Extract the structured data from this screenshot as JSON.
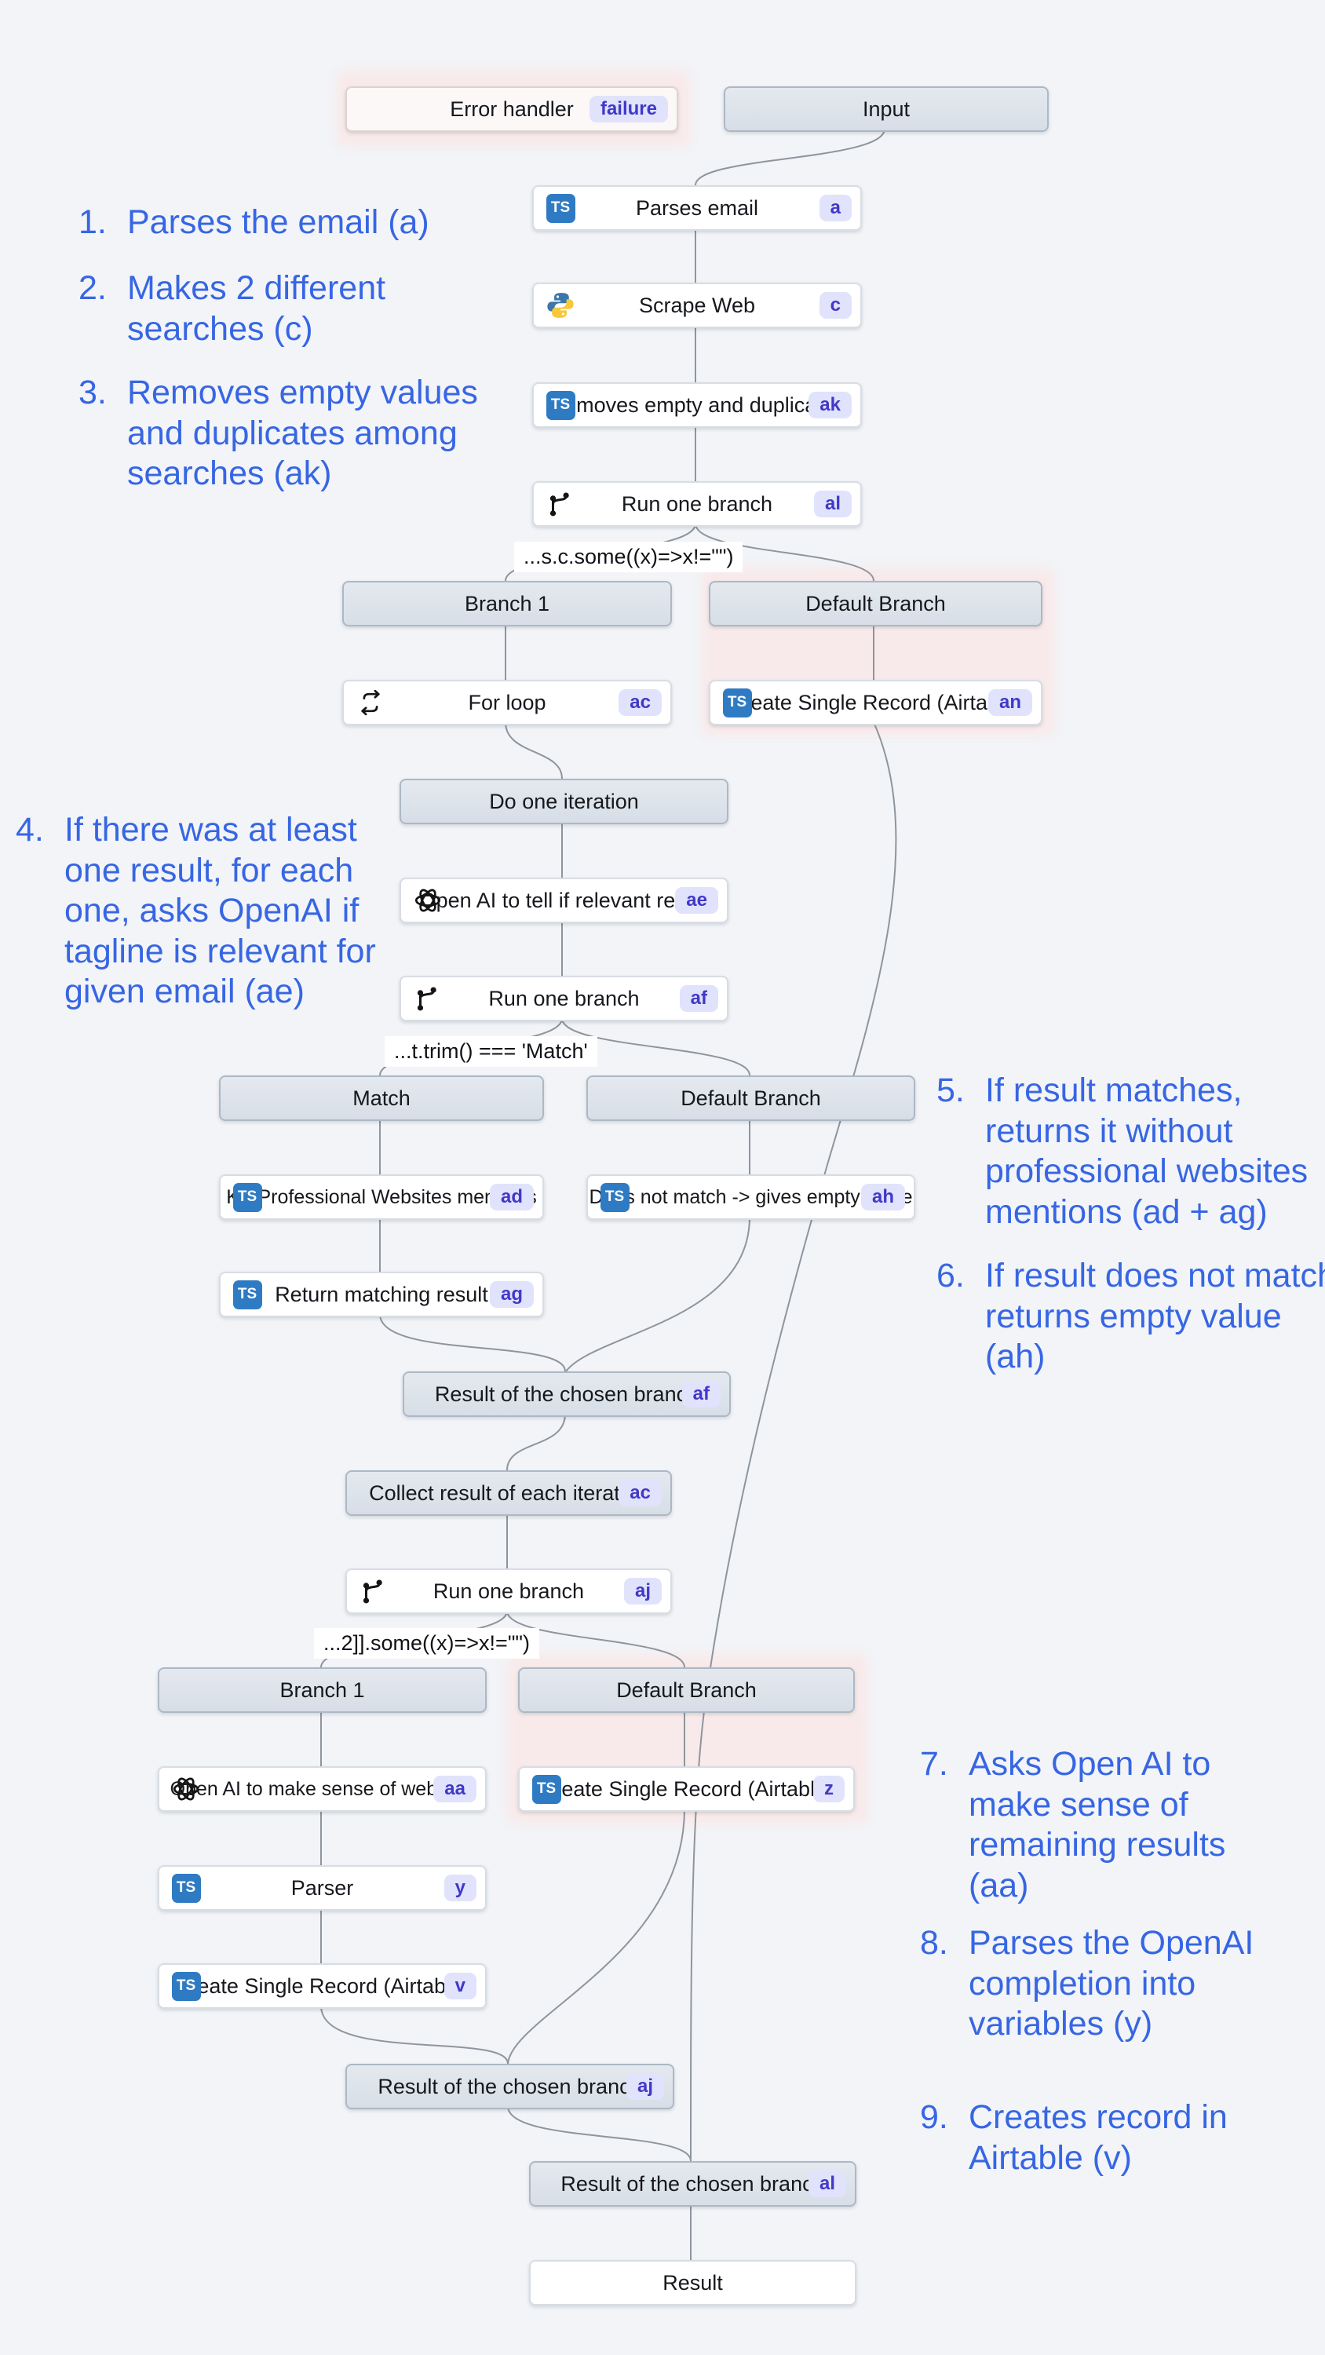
{
  "icons": {
    "ts": "TS"
  },
  "nodes": {
    "error_handler": {
      "label": "Error handler",
      "badge": "failure"
    },
    "input": {
      "label": "Input"
    },
    "parses_email": {
      "label": "Parses email",
      "badge": "a"
    },
    "scrape_web": {
      "label": "Scrape Web",
      "badge": "c"
    },
    "removes_empty": {
      "label": "Removes empty and duplicates",
      "badge": "ak"
    },
    "run_one_branch_al": {
      "label": "Run one branch",
      "badge": "al"
    },
    "branch1_top": {
      "label": "Branch 1"
    },
    "default_branch_top": {
      "label": "Default Branch"
    },
    "for_loop": {
      "label": "For loop",
      "badge": "ac"
    },
    "create_record_an": {
      "label": "Create Single Record (Airtable)",
      "badge": "an"
    },
    "do_one_iteration": {
      "label": "Do one iteration"
    },
    "openai_relevant": {
      "label": "Open AI to tell if relevant result",
      "badge": "ae"
    },
    "run_one_branch_af": {
      "label": "Run one branch",
      "badge": "af"
    },
    "match_header": {
      "label": "Match"
    },
    "default_branch_mid": {
      "label": "Default Branch"
    },
    "kill_professional": {
      "label": "Kill Professional Websites mentions",
      "badge": "ad"
    },
    "does_not_match": {
      "label": "Does not match -> gives empty value",
      "badge": "ah"
    },
    "return_matching": {
      "label": "Return matching result",
      "badge": "ag"
    },
    "result_chosen_af": {
      "label": "Result of the chosen branch",
      "badge": "af"
    },
    "collect_result": {
      "label": "Collect result of each iteration",
      "badge": "ac"
    },
    "run_one_branch_aj": {
      "label": "Run one branch",
      "badge": "aj"
    },
    "branch1_bottom": {
      "label": "Branch 1"
    },
    "default_branch_bottom": {
      "label": "Default Branch"
    },
    "openai_sense": {
      "label": "Open AI to make sense of web info",
      "badge": "aa"
    },
    "create_record_z": {
      "label": "Create Single Record (Airtable)",
      "badge": "z"
    },
    "parser": {
      "label": "Parser",
      "badge": "y"
    },
    "create_record_v": {
      "label": "Create Single Record (Airtable)",
      "badge": "v"
    },
    "result_chosen_aj": {
      "label": "Result of the chosen branch",
      "badge": "aj"
    },
    "result_chosen_al": {
      "label": "Result of the chosen branch",
      "badge": "al"
    },
    "result": {
      "label": "Result"
    }
  },
  "conditions": {
    "c1": "...s.c.some((x)=>x!=\"\")",
    "c2": "...t.trim() === 'Match'",
    "c3": "...2]].some((x)=>x!=\"\")"
  },
  "annotations": [
    {
      "num": "1.",
      "text": "Parses the email (a)"
    },
    {
      "num": "2.",
      "text": "Makes 2 different searches (c)"
    },
    {
      "num": "3.",
      "text": "Removes empty values and duplicates among searches (ak)"
    },
    {
      "num": "4.",
      "text": "If there was at least one result, for each one, asks OpenAI if tagline is relevant for given email (ae)"
    },
    {
      "num": "5.",
      "text": "If result matches, returns it without professional websites mentions (ad + ag)"
    },
    {
      "num": "6.",
      "text": "If result does not match, returns empty value (ah)"
    },
    {
      "num": "7.",
      "text": "Asks Open AI to make sense of remaining results (aa)"
    },
    {
      "num": "8.",
      "text": "Parses the OpenAI completion into variables (y)"
    },
    {
      "num": "9.",
      "text": "Creates record in Airtable (v)"
    }
  ]
}
